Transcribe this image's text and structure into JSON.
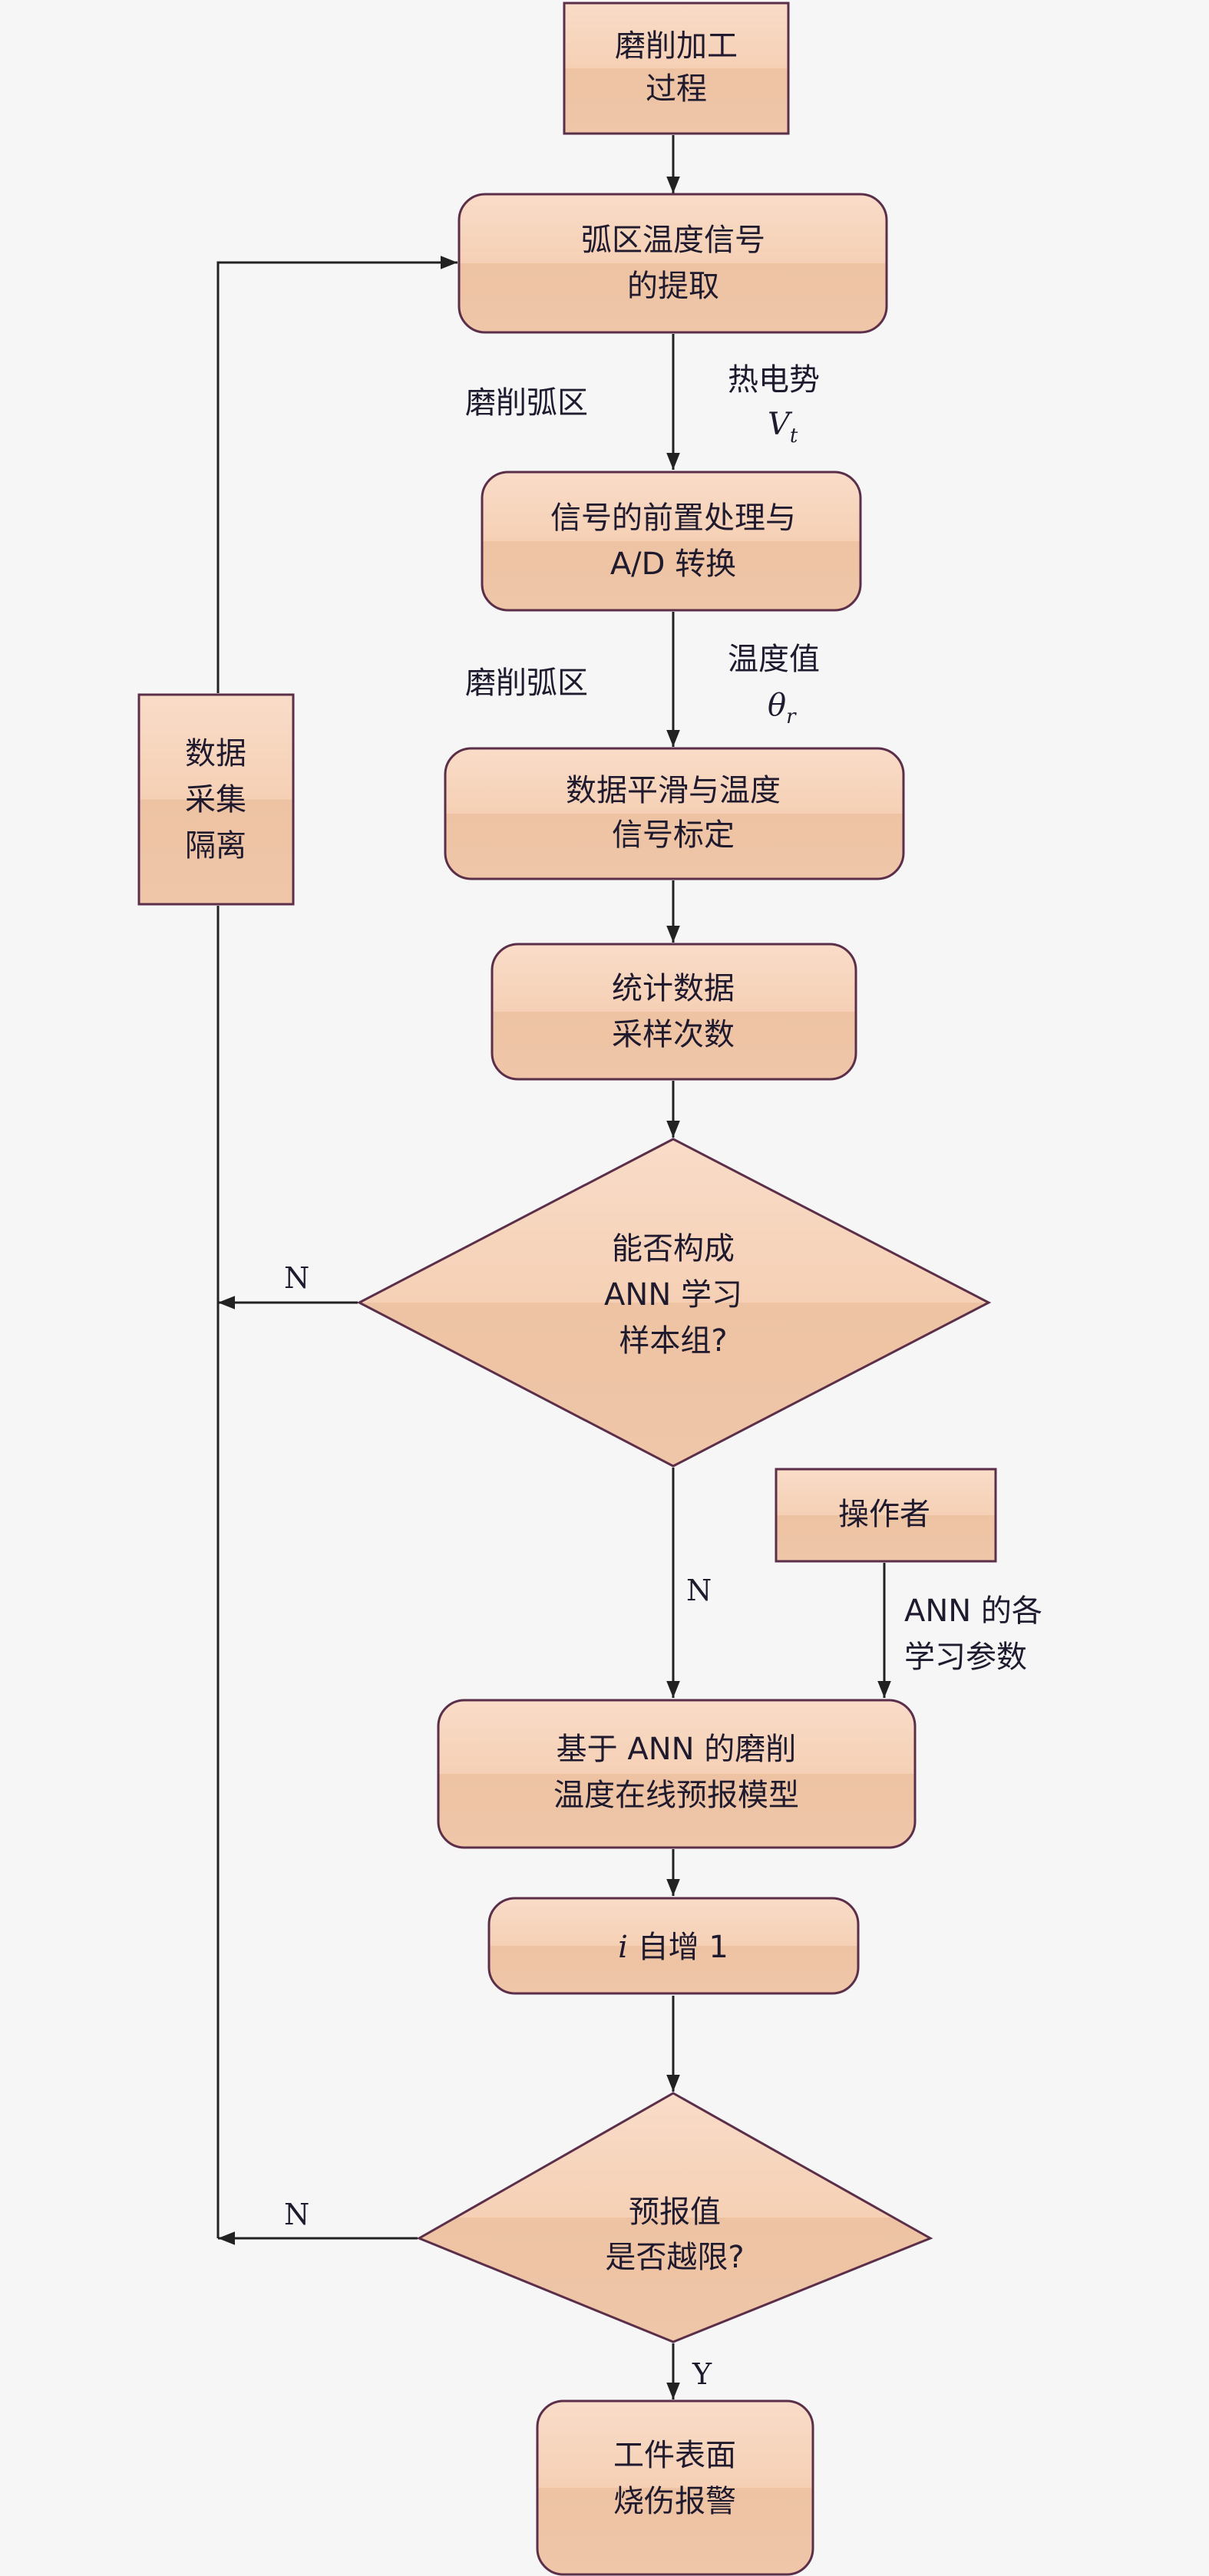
{
  "colors": {
    "fill_light": "#f8d9c4",
    "fill_dark": "#efc5a6",
    "border": "#5b2f4a",
    "line": "#222222",
    "background": "#f6f6f6"
  },
  "nodes": {
    "grinding_process": [
      "磨削加工",
      "过程"
    ],
    "extract_signal": [
      "弧区温度信号",
      "的提取"
    ],
    "preprocess": [
      "信号的前置处理与",
      "A/D 转换"
    ],
    "smoothing": [
      "数据平滑与温度",
      "信号标定"
    ],
    "statistics": [
      "统计数据",
      "采样次数"
    ],
    "decision_samples": [
      "能否构成",
      "ANN 学习",
      "样本组?"
    ],
    "operator": [
      "操作者"
    ],
    "ann_model": [
      "基于 ANN 的磨削",
      "温度在线预报模型"
    ],
    "increment": {
      "var": "i",
      "text": " 自增 1"
    },
    "decision_limit": [
      "预报值",
      "是否越限?"
    ],
    "alarm": [
      "工件表面",
      "烧伤报警"
    ],
    "isolation": [
      "数据",
      "采集",
      "隔离"
    ]
  },
  "labels": {
    "arc_zone_1": "磨削弧区",
    "thermo_emf": "热电势",
    "vt_main": "V",
    "vt_sub": "t",
    "arc_zone_2": "磨削弧区",
    "temp_value": "温度值",
    "theta_main": "θ",
    "theta_sub": "r",
    "no_1": "N",
    "no_2": "N",
    "no_3": "N",
    "yes": "Y",
    "ann_params": [
      "ANN 的各",
      "学习参数"
    ]
  }
}
